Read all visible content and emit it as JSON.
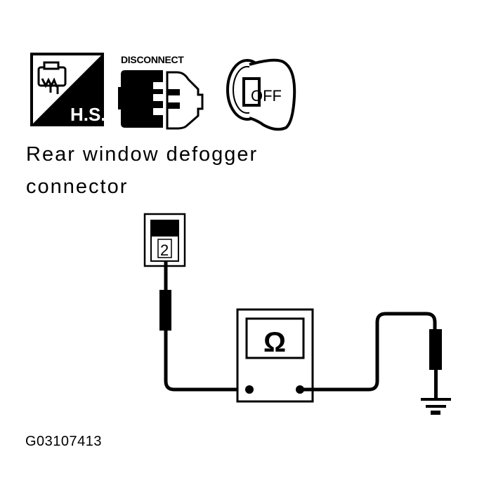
{
  "icons": {
    "hs": {
      "label": "H.S.",
      "name": "harness-side-icon"
    },
    "disconnect": {
      "label": "DISCONNECT",
      "name": "disconnect-connector-icon"
    },
    "ignition": {
      "label": "OFF",
      "name": "ignition-key-off-icon"
    }
  },
  "caption": {
    "line1": "Rear window defogger",
    "line2": "connector"
  },
  "connector": {
    "terminal": "2"
  },
  "meter": {
    "symbol": "Ω",
    "name": "ohmmeter"
  },
  "figure_code": "G03107413",
  "colors": {
    "ink": "#000000",
    "background": "#ffffff"
  }
}
